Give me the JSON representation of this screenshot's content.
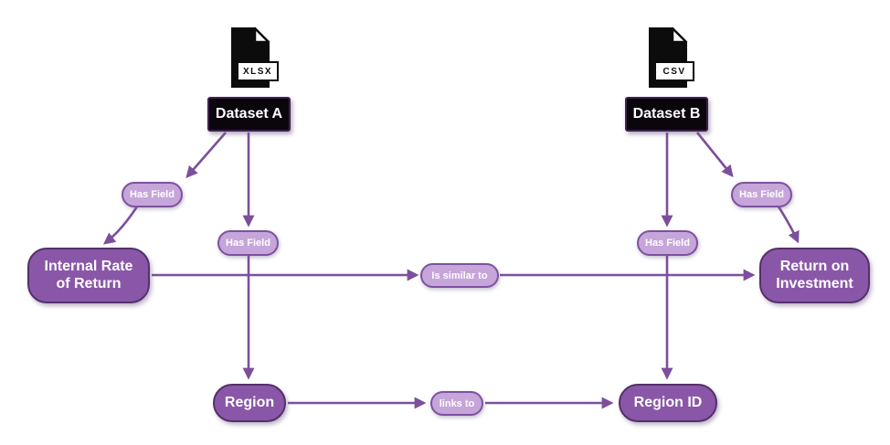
{
  "diagram": {
    "nodes": {
      "dataset_a": {
        "label": "Dataset A",
        "badge": "XLSX"
      },
      "dataset_b": {
        "label": "Dataset B",
        "badge": "CSV"
      },
      "internal_rate_of_return": {
        "line1": "Internal Rate",
        "line2": "of Return"
      },
      "return_on_investment": {
        "line1": "Return on",
        "line2": "Investment"
      },
      "region": {
        "label": "Region"
      },
      "region_id": {
        "label": "Region ID"
      }
    },
    "edge_labels": {
      "has_field": "Has Field",
      "is_similar_to": "Is similar to",
      "links_to": "links to"
    },
    "colors": {
      "node_fill": "#8a57a8",
      "node_border": "#53306b",
      "pill_fill": "#c6a5da",
      "pill_border": "#7d529e",
      "edge": "#7c4f9c",
      "dataset_fill": "#0a060c",
      "dataset_border": "#3f2150",
      "text": "#ffffff"
    }
  }
}
